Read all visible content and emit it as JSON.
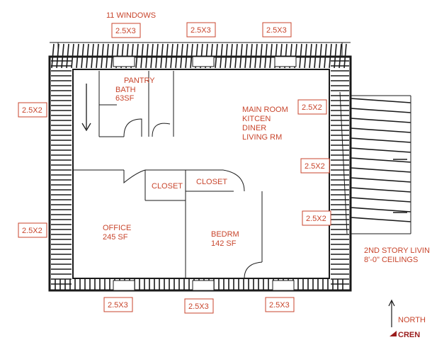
{
  "title": "11 WINDOWS",
  "windows": {
    "top": [
      "2.5X3",
      "2.5X3",
      "2.5X3"
    ],
    "left": [
      "2.5X2",
      "2.5X2"
    ],
    "right": [
      "2.5X2",
      "2.5X2",
      "2.5X2"
    ],
    "bottom": [
      "2.5X3",
      "2.5X3",
      "2.5X3"
    ]
  },
  "rooms": {
    "pantry": "PANTRY",
    "bath": "BATH",
    "bath_area": "63SF",
    "main_room": [
      "MAIN ROOM",
      "KITCEN",
      "DINER",
      "LIVING RM"
    ],
    "closet_left": "CLOSET",
    "closet_right": "CLOSET",
    "office": "OFFICE",
    "office_area": "245 SF",
    "bedroom": "BEDRM",
    "bedroom_area": "142 SF"
  },
  "notes": {
    "second_story": "2ND STORY LIVIN",
    "ceilings": "8'-0\" CEILINGS",
    "north": "NORTH"
  },
  "logo_text": "CREN"
}
